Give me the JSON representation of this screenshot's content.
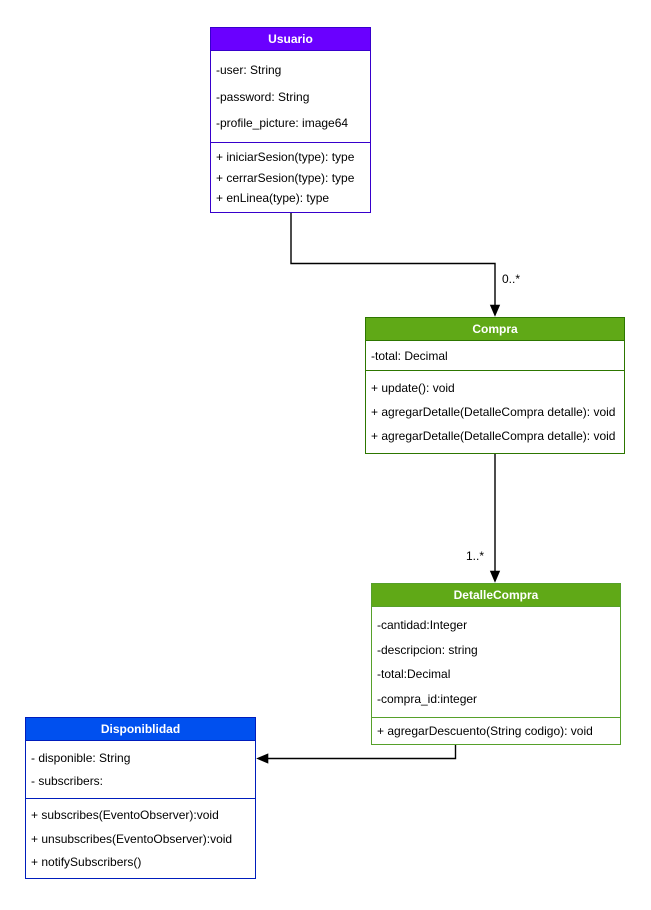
{
  "classes": {
    "usuario": {
      "title": "Usuario",
      "header_color": "#6a00ff",
      "border_color": "#3700cc",
      "attributes": [
        "-user: String",
        "-password: String",
        "-profile_picture: image64"
      ],
      "methods": [
        "+ iniciarSesion(type): type",
        "+ cerrarSesion(type): type",
        "+ enLinea(type): type"
      ]
    },
    "compra": {
      "title": "Compra",
      "header_color": "#60a917",
      "border_color": "#2d7600",
      "attributes": [
        "-total: Decimal"
      ],
      "methods": [
        "+ update(): void",
        "+ agregarDetalle(DetalleCompra detalle): void",
        "+ agregarDetalle(DetalleCompra detalle): void"
      ]
    },
    "detalle_compra": {
      "title": "DetalleCompra",
      "header_color": "#60a917",
      "border_color": "#56a02a",
      "attributes": [
        "-cantidad:Integer",
        "-descripcion: string",
        "-total:Decimal",
        "-compra_id:integer"
      ],
      "methods": [
        "+ agregarDescuento(String codigo): void"
      ]
    },
    "disponiblidad": {
      "title": "Disponiblidad",
      "header_color": "#0050ef",
      "border_color": "#001dbc",
      "attributes": [
        "- disponible: String",
        "- subscribers:"
      ],
      "methods": [
        "+ subscribes(EventoObserver):void",
        "+ unsubscribes(EventoObserver):void",
        "+ notifySubscribers()"
      ]
    }
  },
  "connectors": {
    "usuario_to_compra": {
      "label": "0..*"
    },
    "compra_to_detalle": {
      "label": "1..*"
    },
    "detalle_to_disponiblidad": {
      "label": ""
    }
  }
}
